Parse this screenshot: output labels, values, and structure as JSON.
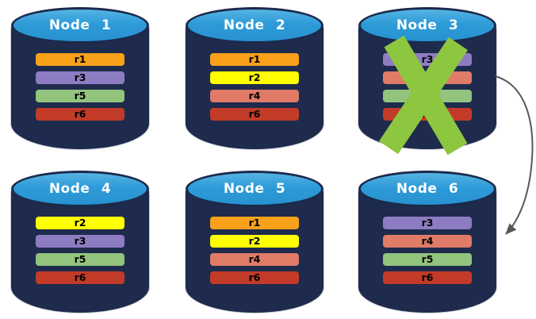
{
  "diagram": {
    "description": "Six database nodes holding replicated partitions; Node 3 has failed and its replicas are recovered onto Node 6",
    "nodes": [
      {
        "label": "Node 1",
        "failed": false,
        "replicas": [
          {
            "name": "r1",
            "color": "#F9A11B"
          },
          {
            "name": "r3",
            "color": "#8E7CC3"
          },
          {
            "name": "r5",
            "color": "#93C47D"
          },
          {
            "name": "r6",
            "color": "#C23B28"
          }
        ]
      },
      {
        "label": "Node 2",
        "failed": false,
        "replicas": [
          {
            "name": "r1",
            "color": "#F9A11B"
          },
          {
            "name": "r2",
            "color": "#FFFF00"
          },
          {
            "name": "r4",
            "color": "#E07B68"
          },
          {
            "name": "r6",
            "color": "#C23B28"
          }
        ]
      },
      {
        "label": "Node 3",
        "failed": true,
        "replicas": [
          {
            "name": "r3",
            "color": "#8E7CC3"
          },
          {
            "name": "r4",
            "color": "#E07B68"
          },
          {
            "name": "r5",
            "color": "#93C47D"
          },
          {
            "name": "r6",
            "color": "#C23B28"
          }
        ]
      },
      {
        "label": "Node 4",
        "failed": false,
        "replicas": [
          {
            "name": "r2",
            "color": "#FFFF00"
          },
          {
            "name": "r3",
            "color": "#8E7CC3"
          },
          {
            "name": "r5",
            "color": "#93C47D"
          },
          {
            "name": "r6",
            "color": "#C23B28"
          }
        ]
      },
      {
        "label": "Node 5",
        "failed": false,
        "replicas": [
          {
            "name": "r1",
            "color": "#F9A11B"
          },
          {
            "name": "r2",
            "color": "#FFFF00"
          },
          {
            "name": "r4",
            "color": "#E07B68"
          },
          {
            "name": "r6",
            "color": "#C23B28"
          }
        ]
      },
      {
        "label": "Node 6",
        "failed": false,
        "replicas": [
          {
            "name": "r3",
            "color": "#8E7CC3"
          },
          {
            "name": "r4",
            "color": "#E07B68"
          },
          {
            "name": "r5",
            "color": "#93C47D"
          },
          {
            "name": "r6",
            "color": "#C23B28"
          }
        ]
      }
    ],
    "arrow": {
      "from": "Node 3",
      "to": "Node 6",
      "color": "#595959"
    },
    "failure_mark": {
      "on": "Node 3",
      "color": "#8DC63F"
    },
    "palette": {
      "cylinder_body": "#1E2B4D",
      "cylinder_top": "#2E9BD8",
      "cylinder_border": "#1B2A4C",
      "node_label_text": "#FFFFFF",
      "replica_label_text": "#000000"
    }
  }
}
